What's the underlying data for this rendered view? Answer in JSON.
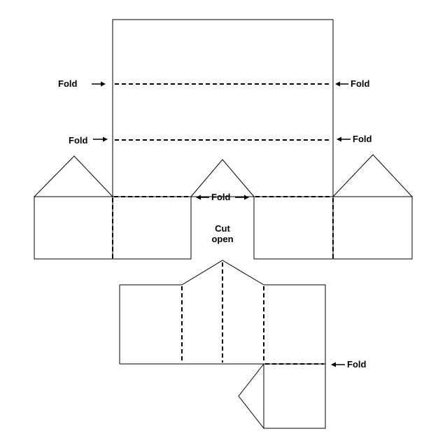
{
  "labels": {
    "fold": "Fold",
    "cut_line1": "Cut",
    "cut_line2": "open"
  },
  "colors": {
    "stroke": "#000000",
    "background": "#ffffff"
  }
}
